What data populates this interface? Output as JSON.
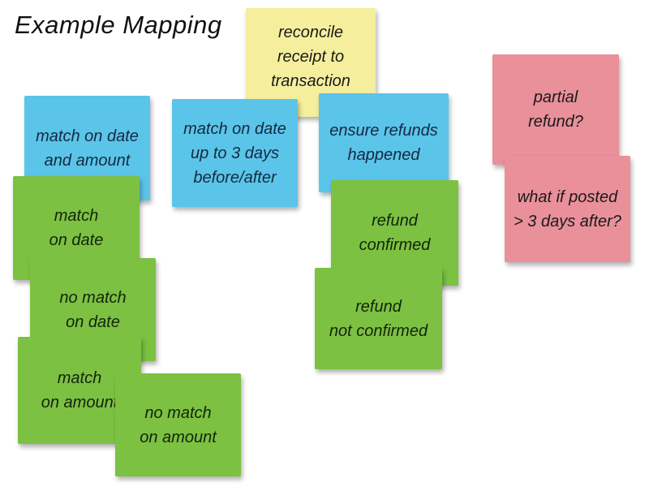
{
  "title": "Example Mapping",
  "colors": {
    "background": "#FFFFFF",
    "title-text": "#111111",
    "note-yellow": "#F5EE9D",
    "note-blue": "#5BC4E9",
    "note-green": "#7CC142",
    "note-pink": "#E9909B",
    "text-dark": "#1A1A1A",
    "text-navy": "#152A3F",
    "text-dark-green": "#14230C"
  },
  "notes": {
    "reconcile": {
      "color": "yellow",
      "text": "reconcile\nreceipt to\ntransaction"
    },
    "match_date_amount": {
      "color": "blue",
      "text": "match on date\nand amount"
    },
    "match_date_3days": {
      "color": "blue",
      "text": "match on date\nup to 3 days\nbefore/after"
    },
    "ensure_refunds": {
      "color": "blue",
      "text": "ensure refunds\nhappened"
    },
    "partial_refund": {
      "color": "pink",
      "text": "partial\nrefund?"
    },
    "posted_3days_after": {
      "color": "pink",
      "text": "what if posted\n> 3 days after?"
    },
    "match_on_date": {
      "color": "green",
      "text": "match\non date"
    },
    "no_match_on_date": {
      "color": "green",
      "text": "no match\non date"
    },
    "match_on_amount": {
      "color": "green",
      "text": "match\non amount"
    },
    "no_match_on_amount": {
      "color": "green",
      "text": "no match\non amount"
    },
    "refund_confirmed": {
      "color": "green",
      "text": "refund\nconfirmed"
    },
    "refund_not_confirmed": {
      "color": "green",
      "text": "refund\nnot confirmed"
    }
  }
}
